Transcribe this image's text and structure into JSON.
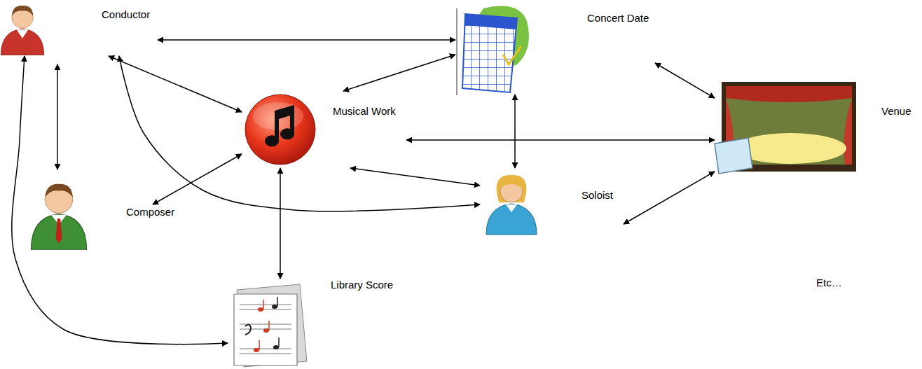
{
  "diagram": {
    "nodes": [
      {
        "text": [
          "Conductor"
        ]
      },
      {
        "text": [
          "Concert Date"
        ]
      },
      {
        "text": [
          "Musical Work"
        ]
      },
      {
        "text": [
          "Venue"
        ]
      },
      {
        "text": [
          "Soloist"
        ]
      },
      {
        "text": [
          "Composer"
        ]
      },
      {
        "text": [
          "Library Score"
        ]
      }
    ],
    "edges": [
      {
        "from": 0,
        "to": 1,
        "arrow": "both"
      },
      {
        "from": 0,
        "to": 2,
        "arrow": "both"
      },
      {
        "from": 0,
        "to": 4,
        "arrow": "both"
      },
      {
        "from": 0,
        "to": 6,
        "arrow": "both"
      },
      {
        "from": 2,
        "to": 1,
        "arrow": "both"
      },
      {
        "from": 2,
        "to": 3,
        "arrow": "both"
      },
      {
        "from": 2,
        "to": 4,
        "arrow": "both"
      },
      {
        "from": 2,
        "to": 6,
        "arrow": "both"
      },
      {
        "from": 5,
        "to": 2,
        "arrow": "both"
      },
      {
        "from": 1,
        "to": 3,
        "arrow": "both"
      },
      {
        "from": 1,
        "to": 4,
        "arrow": "both"
      },
      {
        "from": 4,
        "to": 3,
        "arrow": "both"
      }
    ],
    "labels": [
      "Etc…"
    ]
  }
}
